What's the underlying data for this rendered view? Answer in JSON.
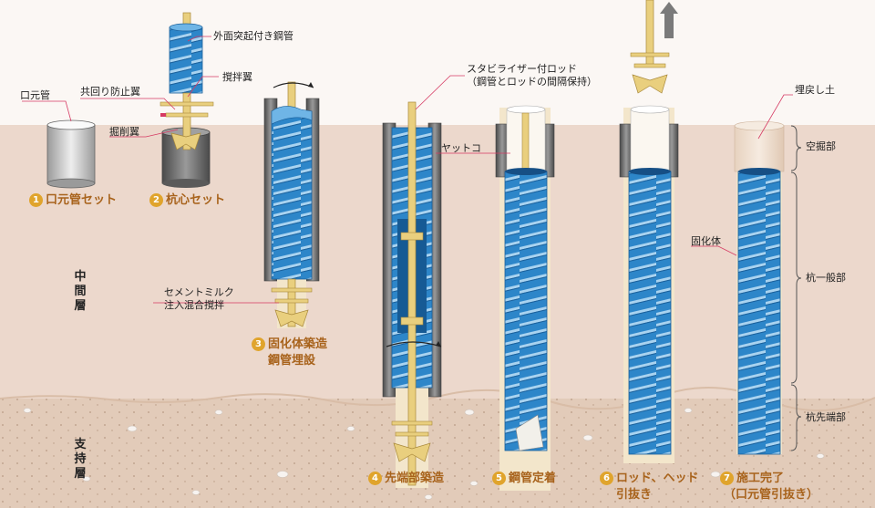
{
  "labels": {
    "guide_pipe": "口元管",
    "steel_pipe": "外面突起付き鋼管",
    "co_rotation_blade": "共回り防止翼",
    "stirring_blade": "撹拌翼",
    "excavation_blade": "掘削翼",
    "stabilizer_rod_1": "スタビライザー付ロッド",
    "stabilizer_rod_2": "（鋼管とロッドの間隔保持）",
    "yattoko": "ヤットコ",
    "backfill": "埋戻し土",
    "solidified_body": "固化体",
    "cement_milk_1": "セメントミルク",
    "cement_milk_2": "注入混合撹拌"
  },
  "layers": {
    "middle": [
      "中",
      "間",
      "層"
    ],
    "bearing": [
      "支",
      "持",
      "層"
    ]
  },
  "zones": {
    "hollow": "空掘部",
    "general": "杭一般部",
    "tip": "杭先端部"
  },
  "steps": [
    {
      "num": "1",
      "line1": "口元管セット"
    },
    {
      "num": "2",
      "line1": "杭心セット"
    },
    {
      "num": "3",
      "line1": "固化体築造",
      "line2": "鋼管埋設"
    },
    {
      "num": "4",
      "line1": "先端部築造"
    },
    {
      "num": "5",
      "line1": "鋼管定着"
    },
    {
      "num": "6",
      "line1": "ロッド、ヘッド",
      "line2": "引抜き"
    },
    {
      "num": "7",
      "line1": "施工完了",
      "line2": "（口元管引抜き）"
    }
  ],
  "colors": {
    "ground_middle": "#ecd8cc",
    "ground_bearing": "#e2cbb9",
    "pipe_blue": "#2d86c9",
    "stripe": "#a9d3f0",
    "soilcement": "#f3e6cb",
    "rod": "#e9cf7e",
    "casing": "#6d6d6d",
    "label": "#a8631c",
    "leader": "#d63a63"
  }
}
